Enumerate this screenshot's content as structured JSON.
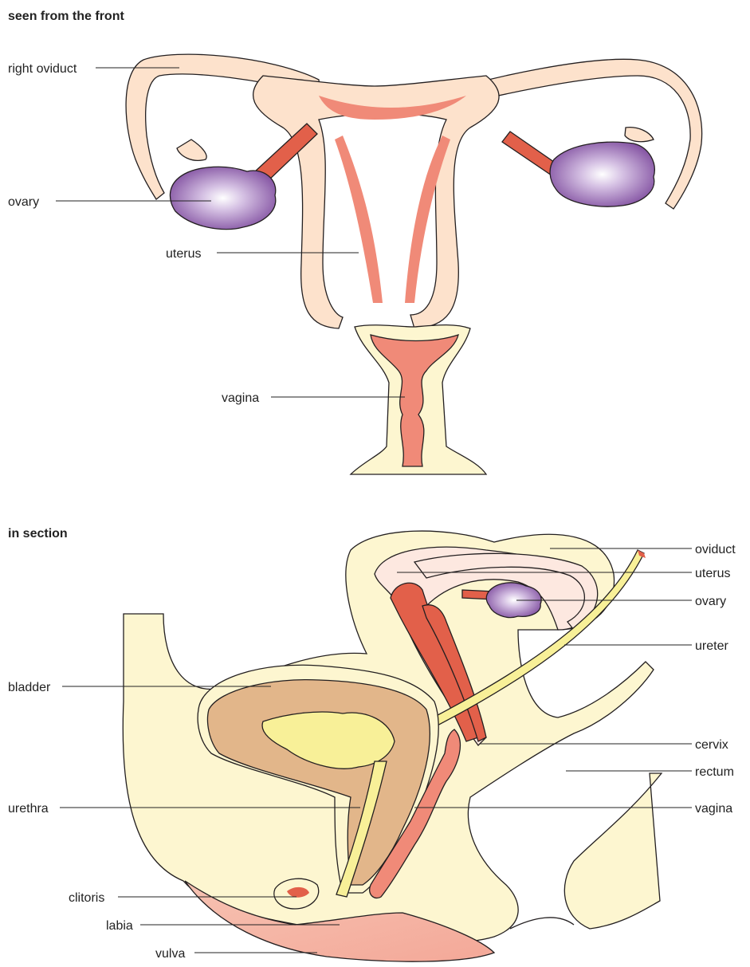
{
  "front_view": {
    "heading": "seen from the front",
    "labels": {
      "right_oviduct": "right oviduct",
      "ovary": "ovary",
      "uterus": "uterus",
      "vagina": "vagina"
    }
  },
  "section_view": {
    "heading": "in section",
    "labels": {
      "oviduct": "oviduct",
      "uterus": "uterus",
      "ovary": "ovary",
      "ureter": "ureter",
      "bladder": "bladder",
      "cervix": "cervix",
      "rectum": "rectum",
      "urethra": "urethra",
      "vagina": "vagina",
      "clitoris": "clitoris",
      "labia": "labia",
      "vulva": "vulva"
    }
  },
  "colors": {
    "skin_pale": "#fde6d2",
    "tissue_pink": "#f08a78",
    "muscle_red": "#e2604a",
    "ovary_purple": "#8a5aa8",
    "cream": "#fdf6d0",
    "bladder_tan": "#e2b68a",
    "urine_yellow": "#f8f098"
  }
}
